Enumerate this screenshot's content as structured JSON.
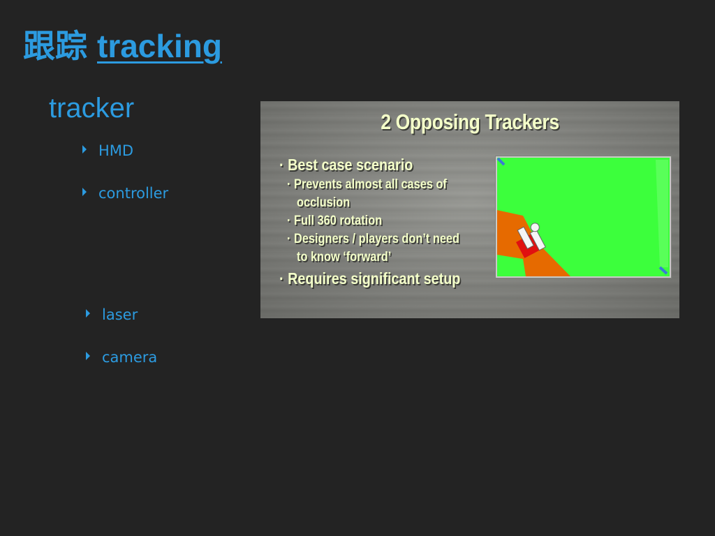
{
  "slide": {
    "title_chinese": "跟踪",
    "title_link": "tracking",
    "subtitle": "tracker",
    "bullets": [
      "HMD",
      "controller",
      "laser",
      "camera"
    ]
  },
  "embedded_image": {
    "title": "2 Opposing Trackers",
    "lines": [
      "· Best case scenario",
      "· Prevents almost all cases of",
      "occlusion",
      "· Full 360 rotation",
      "· Designers / players don’t need",
      "to know ‘forward’",
      "· Requires significant setup"
    ]
  },
  "colors": {
    "background": "#232323",
    "accent_blue": "#2c9be0",
    "diagram_green": "#3cff3c",
    "diagram_orange": "#e66a00",
    "player_red": "#e01010"
  }
}
